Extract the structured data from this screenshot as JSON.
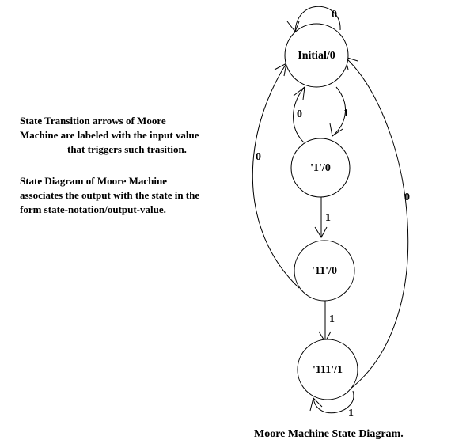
{
  "description": {
    "paragraph1": [
      "State Transition arrows of Moore",
      "Machine are labeled with the input value",
      "that triggers such trasition."
    ],
    "paragraph2": [
      "State Diagram of Moore Machine",
      "associates the output with the state in the",
      "form state-notation/output-value."
    ]
  },
  "states": {
    "initial": "Initial/0",
    "s1": "'1'/0",
    "s11": "'11'/0",
    "s111": "'111'/1"
  },
  "transitions": {
    "initial_self": "0",
    "initial_to_s1": "1",
    "s1_to_initial": "0",
    "s1_to_s11": "1",
    "s11_to_initial": "0",
    "s11_to_s111": "1",
    "s111_to_initial": "0",
    "s111_self": "1"
  },
  "title": "Moore Machine State Diagram."
}
